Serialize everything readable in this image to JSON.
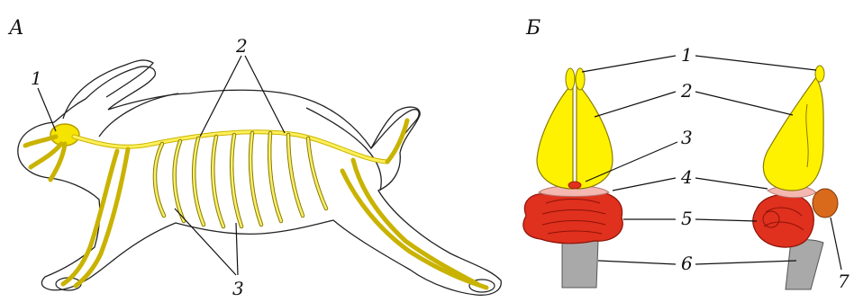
{
  "panels": {
    "a": {
      "label": "А"
    },
    "b": {
      "label": "Б"
    }
  },
  "rabbit_labels": {
    "l1": "1",
    "l2": "2",
    "l3": "3"
  },
  "brain_labels": {
    "l1": "1",
    "l2": "2",
    "l3": "3",
    "l4": "4",
    "l5": "5",
    "l6": "6",
    "l7": "7"
  },
  "colors": {
    "nerve_yellow": "#f5e400",
    "hemisphere_yellow": "#fff200",
    "cerebellum_red": "#e0301e",
    "midbrain_pink": "#f4b8b0",
    "medulla_gray": "#a9a9a9",
    "optic_orange": "#d96a1c"
  }
}
